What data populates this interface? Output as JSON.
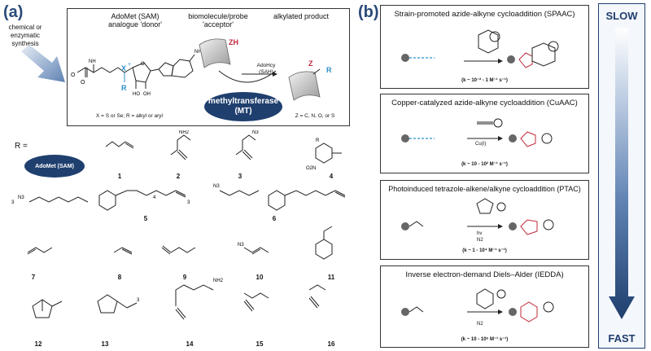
{
  "panel_a": {
    "label": "(a)",
    "side_note": "chemical or enzymatic synthesis",
    "donor_title": "AdoMet (SAM) analogue 'donor'",
    "acceptor_title": "biomolecule/probe 'acceptor'",
    "product_title": "alkylated product",
    "donor_note": "X = S or Se; R = alkyl or aryl",
    "enzyme_line1": "methyltransferase",
    "enzyme_line2": "(MT)",
    "byproduct_line1": "AdoHcy",
    "byproduct_line2": "(SAH)",
    "product_note": "Z = C, N, O, or S",
    "zh_label": "ZH",
    "z_label": "Z",
    "r_label": "R",
    "x_label": "X",
    "r_prefix": "R =",
    "adomet_label": "AdoMet (SAM)",
    "compound_numbers": [
      "1",
      "2",
      "3",
      "4",
      "5",
      "6",
      "7",
      "8",
      "9",
      "10",
      "11",
      "12",
      "13",
      "14",
      "15",
      "16"
    ],
    "sub_labels": {
      "nh2": "NH2",
      "n3": "N3",
      "no2": "O2N",
      "r": "R",
      "three": "3",
      "four": "4"
    }
  },
  "panel_b": {
    "label": "(b)",
    "reactions": [
      {
        "title": "Strain-promoted azide-alkyne cycloaddition (SPAAC)",
        "rate": "(k ~ 10⁻² - 1 M⁻¹ s⁻¹)",
        "reagent": ""
      },
      {
        "title": "Copper-catalyzed azide-alkyne cycloaddition (CuAAC)",
        "rate": "(k ~ 10 - 10² M⁻¹ s⁻¹)",
        "reagent": "Cu(I)"
      },
      {
        "title": "Photoinduced tetrazole-alkene/alkyne cycloaddition (PTAC)",
        "rate": "(k ~ 1 - 10⁴ M⁻¹ s⁻¹)",
        "reagent": "hv"
      },
      {
        "title": "Inverse electron-demand Diels–Alder (IEDDA)",
        "rate": "(k ~ 10 - 10⁶ M⁻¹ s⁻¹)",
        "reagent": ""
      }
    ],
    "slow_label": "SLOW",
    "fast_label": "FAST",
    "n2_label": "N2"
  },
  "colors": {
    "navy": "#1f3f6e",
    "cyan": "#2c8fc9",
    "red": "#c0273a",
    "arrow": "#6d8fbf"
  }
}
